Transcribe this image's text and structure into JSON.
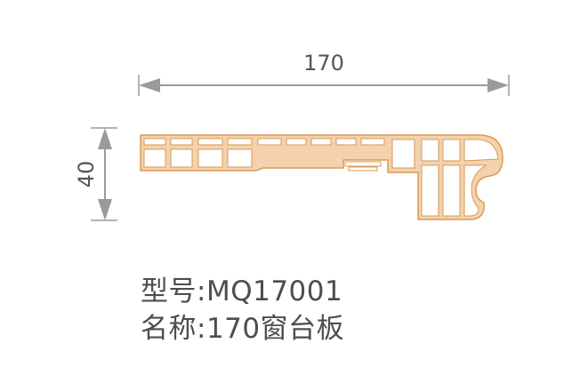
{
  "dimensions": {
    "width_label": "170",
    "height_label": "40"
  },
  "info": {
    "model_label": "型号:",
    "model_value": "MQ17001",
    "name_label": "名称:",
    "name_value": "170窗台板"
  },
  "colors": {
    "profile_fill": "#f3d2ad",
    "profile_stroke": "#d99a57",
    "dimension_line": "#9a9a9a",
    "text": "#4d4d4d"
  }
}
